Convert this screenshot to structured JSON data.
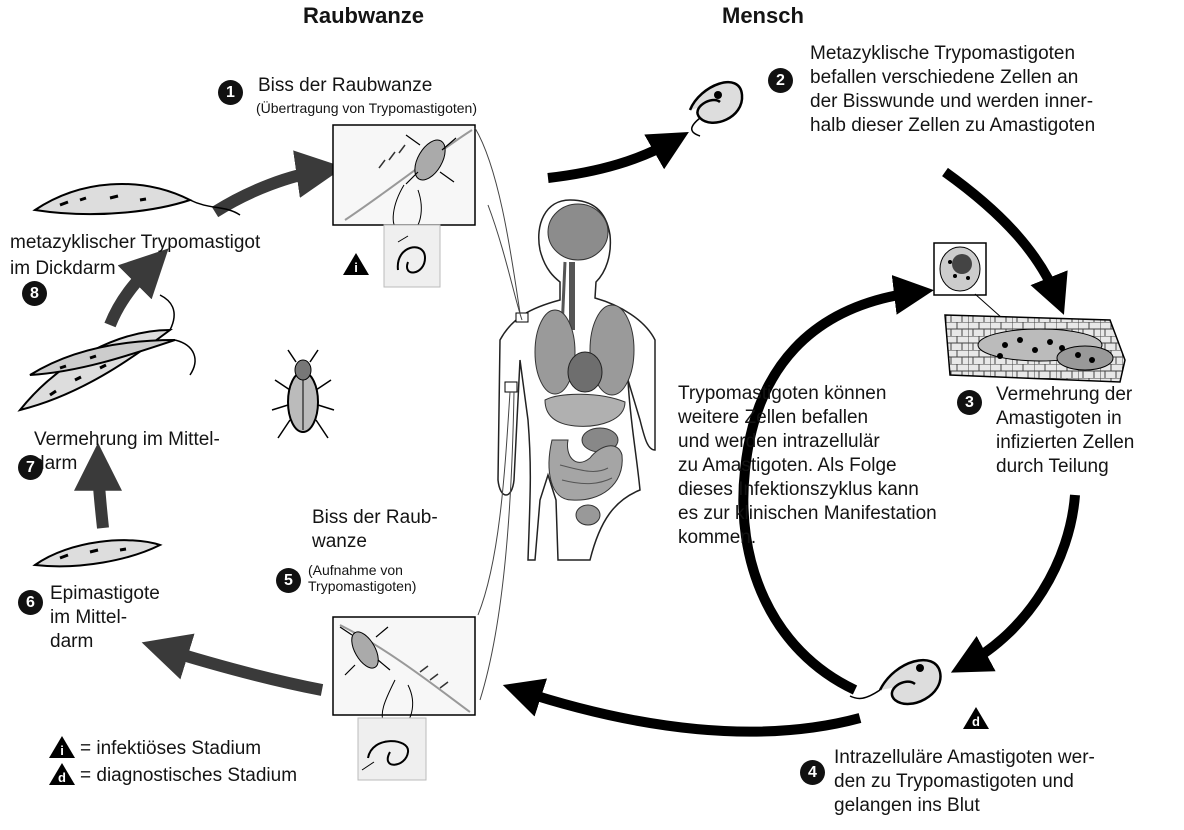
{
  "header": {
    "left_title": "Raubwanze",
    "right_title": "Mensch"
  },
  "steps": [
    {
      "num": "1",
      "title": "Biss der Raubwanze",
      "note": "(Übertragung von Trypomastigoten)"
    },
    {
      "num": "2",
      "text": "Metazyklische Trypomastigoten\nbefallen verschiedene Zellen an\nder Bisswunde und werden inner-\nhalb dieser Zellen zu Amastigoten"
    },
    {
      "num": "3",
      "text": "Vermehrung der\nAmastigoten in\ninfizierten Zellen\ndurch Teilung"
    },
    {
      "num": "4",
      "text": "Intrazelluläre Amastigoten wer-\nden zu Trypomastigoten und\ngelangen ins Blut"
    },
    {
      "num": "5",
      "title": "Biss der Raub-\nwanze",
      "note": "(Aufnahme von\nTrypomastigoten)"
    },
    {
      "num": "6",
      "text": "Epimastigote\nim Mittel-\ndarm"
    },
    {
      "num": "7",
      "text": "Vermehrung im Mittel-\ndarm"
    },
    {
      "num": "8",
      "text": "metazyklischer Trypomastigot\nim Dickdarm"
    }
  ],
  "center_text": "Trypomastigoten können\nweitere Zellen befallen\nund werden intrazellulär\nzu Amastigoten. Als Folge\ndieses Infektionszyklus kann\nes zur klinischen Manifestation\nkommen.",
  "legend": {
    "infective_symbol": "i",
    "infective_label": "= infektiöses Stadium",
    "diagnostic_symbol": "d",
    "diagnostic_label": "= diagnostisches Stadium"
  },
  "colors": {
    "human_arrows": "#000000",
    "bug_arrows": "#3a3a3a",
    "organ_fill": "#8c8c8c",
    "text": "#141414"
  }
}
